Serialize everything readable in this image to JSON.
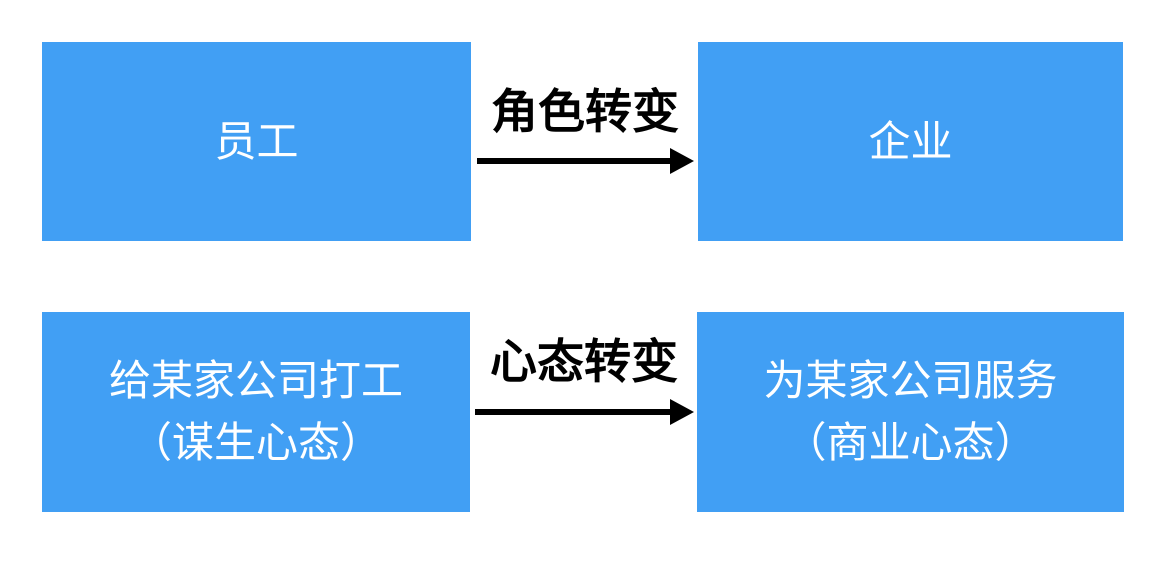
{
  "colors": {
    "background": "#ffffff",
    "box_fill": "#419ff4",
    "box_text": "#ffffff",
    "arrow": "#000000",
    "label_text": "#000000"
  },
  "diagram": {
    "rows": [
      {
        "left": {
          "lines": [
            "员工"
          ]
        },
        "arrow_label": "角色转变",
        "arrow_icon": "right-arrow",
        "right": {
          "lines": [
            "企业"
          ]
        }
      },
      {
        "left": {
          "lines": [
            "给某家公司打工",
            "（谋生心态）"
          ]
        },
        "arrow_label": "心态转变",
        "arrow_icon": "right-arrow",
        "right": {
          "lines": [
            "为某家公司服务",
            "（商业心态）"
          ]
        }
      }
    ]
  }
}
